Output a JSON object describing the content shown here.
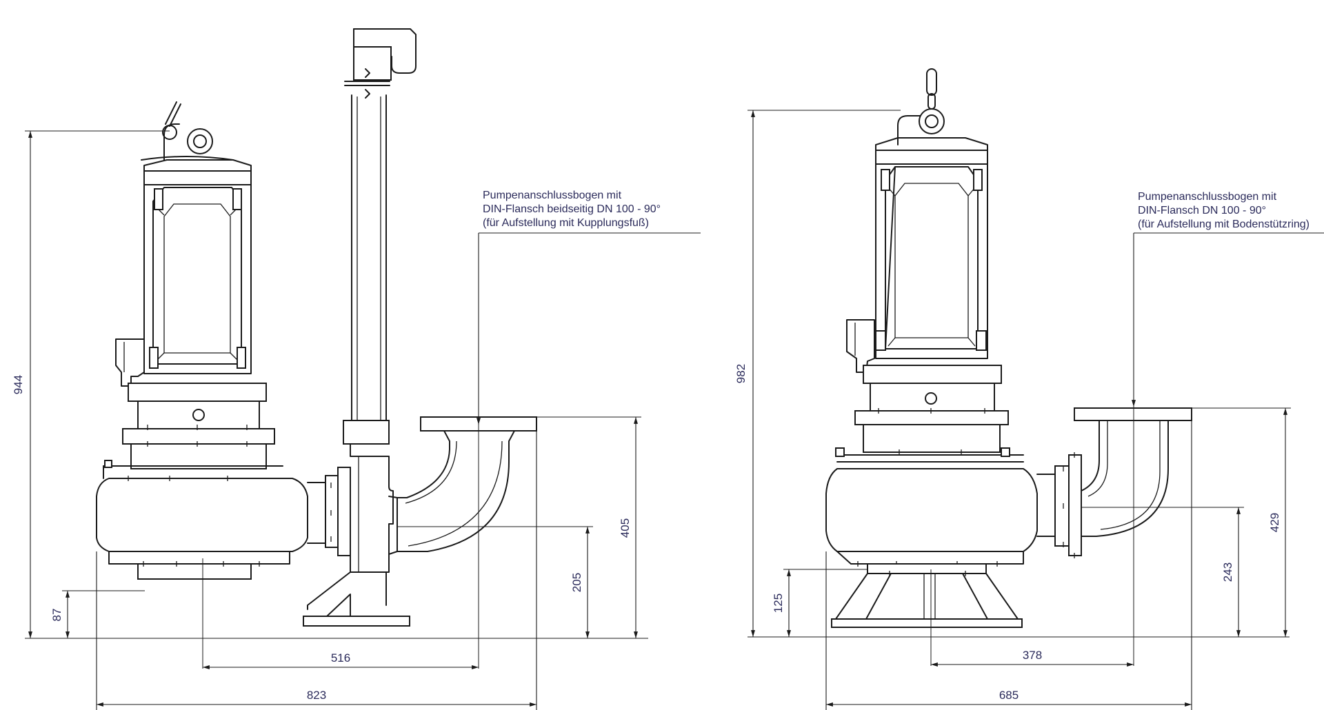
{
  "left_pump": {
    "note": [
      "Pumpenanschlussbogen mit",
      "DIN-Flansch beidseitig DN 100 - 90°",
      "(für Aufstellung mit Kupplungsfuß)"
    ],
    "dims": {
      "total_height": "944",
      "base_height": "87",
      "outlet_center_height": "205",
      "flange_height": "405",
      "outlet_offset": "516",
      "total_width": "823"
    }
  },
  "right_pump": {
    "note": [
      "Pumpenanschlussbogen mit",
      "DIN-Flansch DN 100 - 90°",
      "(für Aufstellung mit Bodenstützring)"
    ],
    "dims": {
      "total_height": "982",
      "ring_height": "125",
      "outlet_center_height": "243",
      "flange_height": "429",
      "outlet_offset": "378",
      "total_width": "685"
    }
  }
}
